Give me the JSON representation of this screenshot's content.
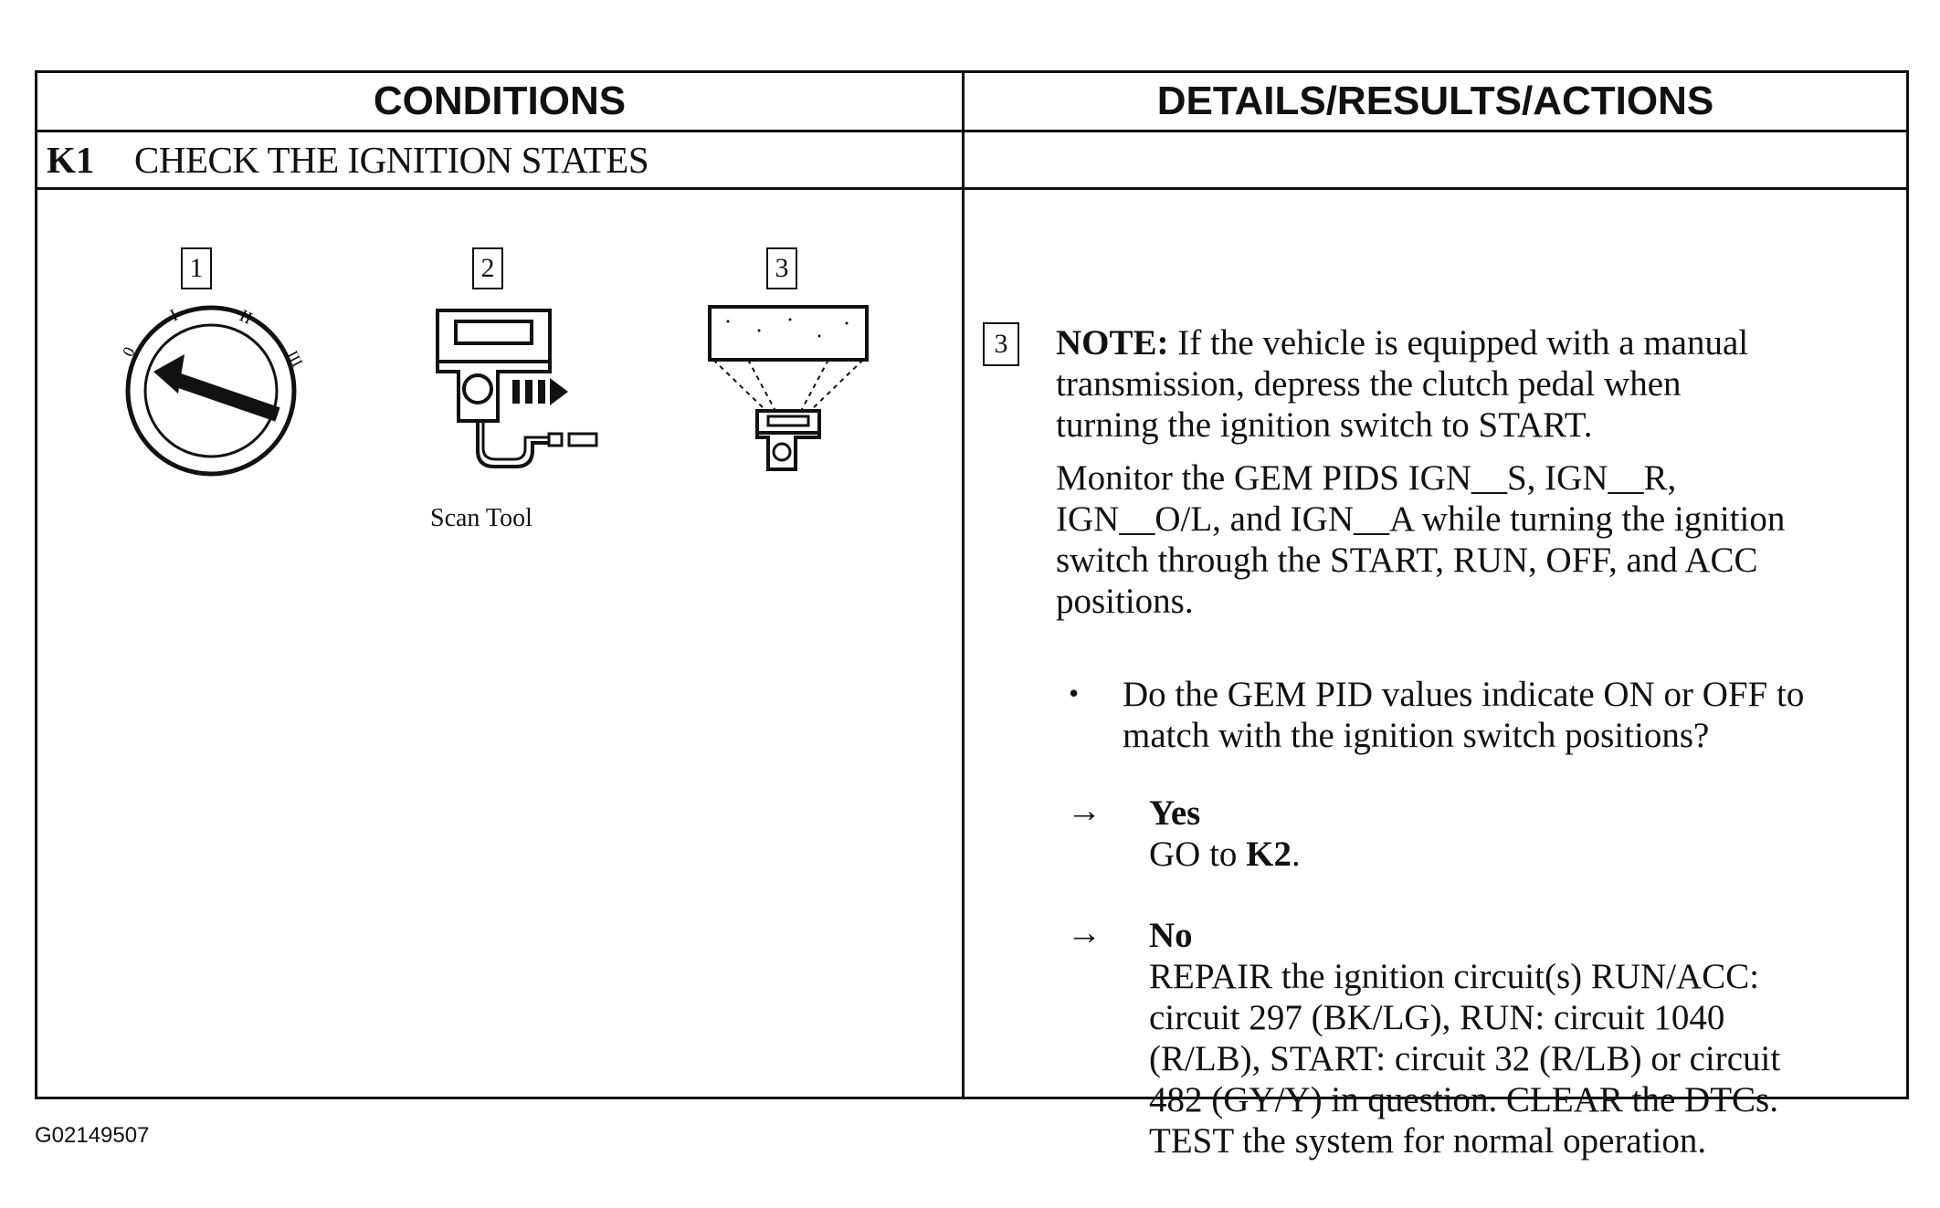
{
  "table": {
    "header_left": "CONDITIONS",
    "header_right": "DETAILS/RESULTS/ACTIONS",
    "step_id": "K1",
    "step_title": "CHECK THE IGNITION STATES"
  },
  "illustrations": {
    "box1": "1",
    "box2": "2",
    "box3": "3",
    "ignition_marks": [
      "0",
      "I",
      "II",
      "III"
    ],
    "scan_tool_caption": "Scan Tool",
    "icons": [
      "ignition-switch-icon",
      "scan-tool-icon",
      "monitor-display-icon"
    ]
  },
  "details": {
    "box_label": "3",
    "note_label": "NOTE:",
    "note_text_lines": [
      "If the vehicle is equipped with a manual",
      "transmission, depress the clutch pedal when",
      "turning the ignition switch to START."
    ],
    "monitor_lines": [
      "Monitor the GEM PIDS IGN__S, IGN__R,",
      "IGN__O/L, and IGN__A while turning the ignition",
      "switch through the START, RUN, OFF, and ACC",
      "positions."
    ],
    "bullet": "•",
    "question_lines": [
      "Do the GEM PID values indicate ON or OFF to",
      "match with the ignition switch positions?"
    ],
    "arrow_symbol": "→",
    "yes_label": "Yes",
    "yes_action_prefix": "GO to ",
    "yes_action_target": "K2",
    "yes_action_suffix": ".",
    "no_label": "No",
    "no_action_lines": [
      "REPAIR the ignition circuit(s) RUN/ACC:",
      "circuit 297 (BK/LG), RUN: circuit 1040",
      "(R/LB), START: circuit 32 (R/LB) or circuit",
      "482 (GY/Y) in question. CLEAR the DTCs.",
      "TEST the system for normal operation."
    ]
  },
  "footer": {
    "code": "G02149507"
  }
}
